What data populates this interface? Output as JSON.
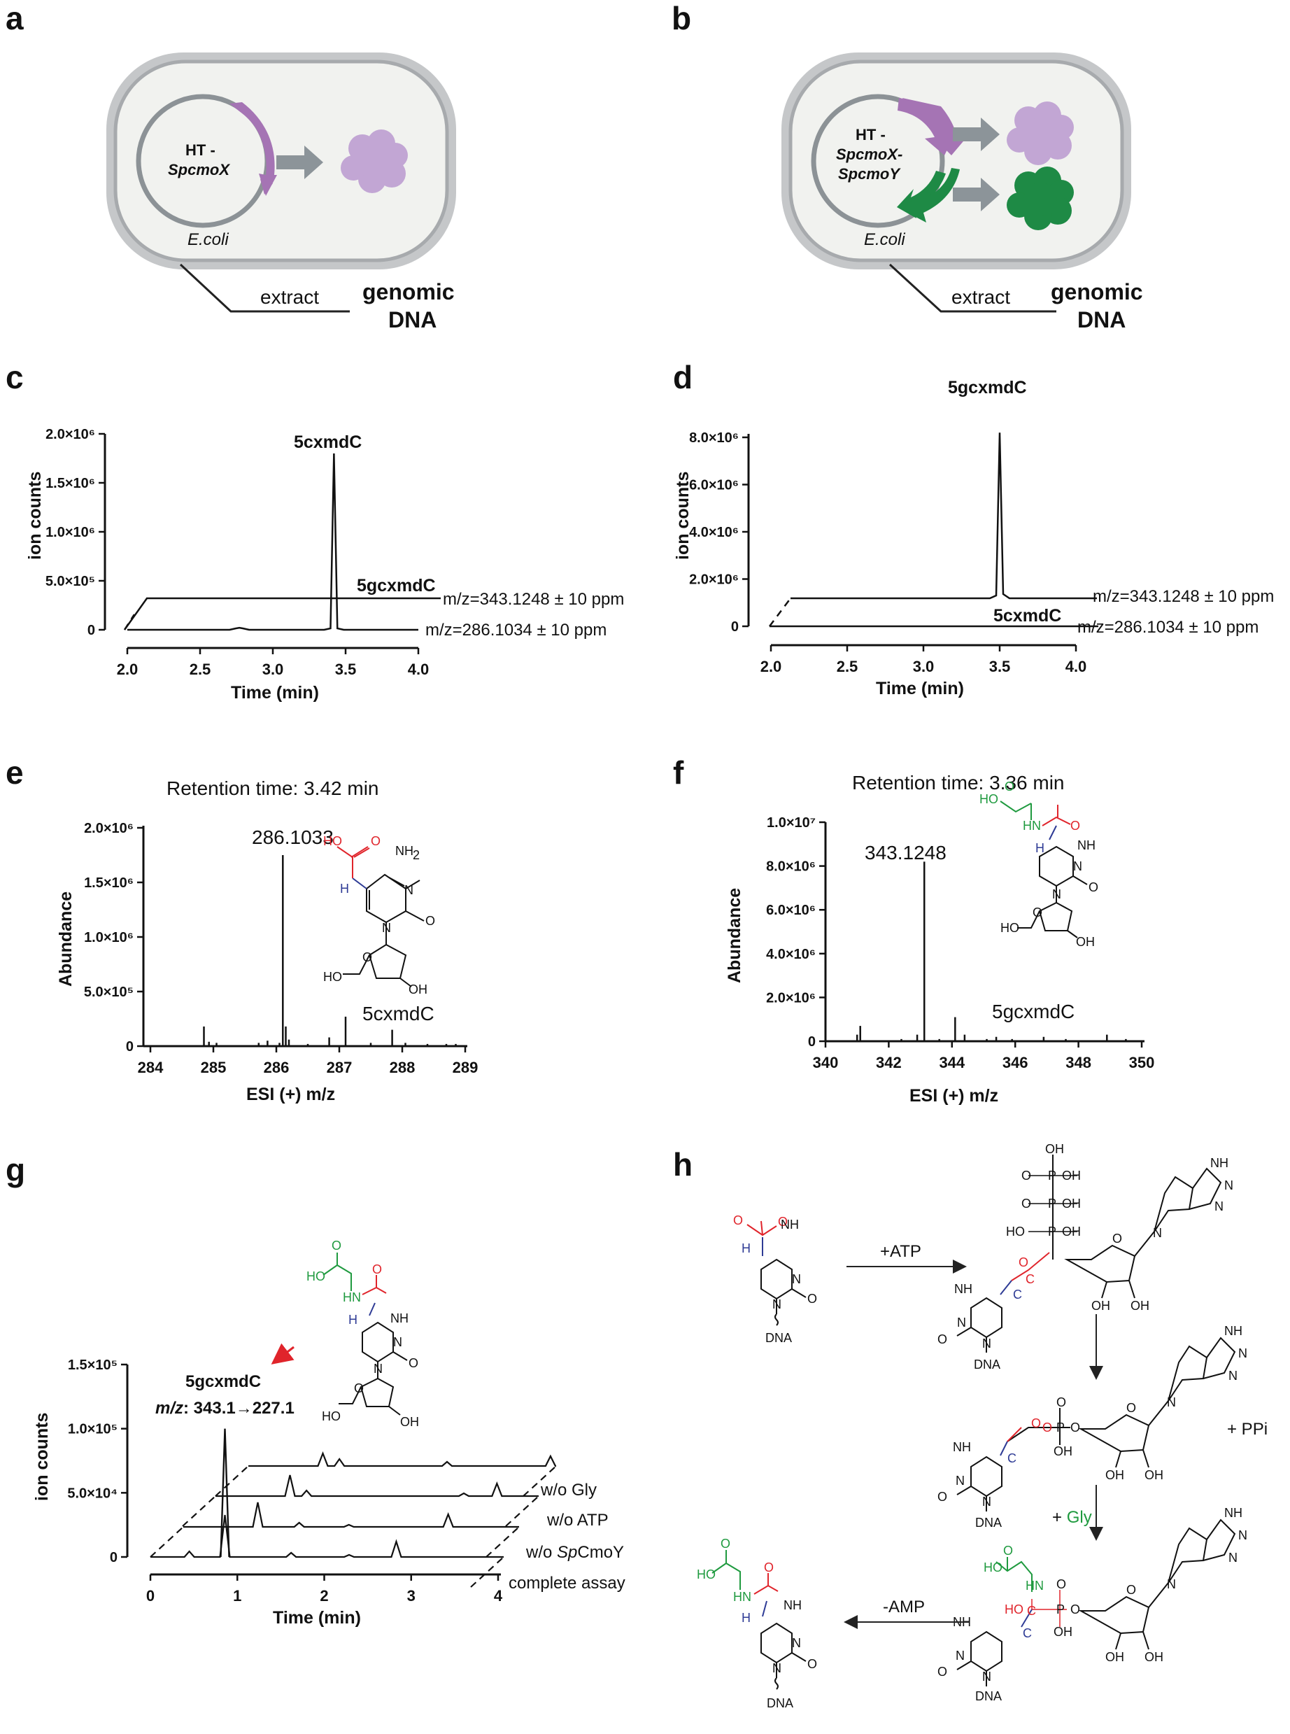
{
  "panel_labels": [
    "a",
    "b",
    "c",
    "d",
    "e",
    "f",
    "g",
    "h"
  ],
  "panel_a": {
    "plasmid_l1": "HT -",
    "plasmid_l2": "SpcmoX",
    "host": "E.coli",
    "extract": "extract",
    "genomic_l1": "genomic",
    "genomic_l2": "DNA"
  },
  "panel_b": {
    "plasmid_l1": "HT -",
    "plasmid_l2": "SpcmoX-",
    "plasmid_l3": "SpcmoY",
    "host": "E.coli",
    "extract": "extract",
    "genomic_l1": "genomic",
    "genomic_l2": "DNA"
  },
  "colors": {
    "purple": "#a574b4",
    "light_purple": "#c2a6d4",
    "green": "#1e8a45",
    "gray_arrow": "#8c9499",
    "cell_fill": "#f1f2ef",
    "cell_border": "#a7aaad",
    "red": "#e0242b",
    "blue": "#2e3b95",
    "chem_green": "#1f9a3f"
  },
  "chart_data": [
    {
      "panel": "c",
      "type": "line",
      "xlabel": "Time (min)",
      "ylabel": "ion counts",
      "x_ticks": [
        "2.0",
        "2.5",
        "3.0",
        "3.5",
        "4.0"
      ],
      "y_ticks": [
        "0",
        "5.0×10⁵",
        "1.0×10⁶",
        "1.5×10⁶",
        "2.0×10⁶"
      ],
      "xlim": [
        2.0,
        4.0
      ],
      "ylim": [
        0,
        2000000
      ],
      "series": [
        {
          "name": "m/z=286.1034 ± 10 ppm",
          "peak_label": "5cxmdC",
          "peaks": [
            {
              "x": 3.42,
              "y": 1800000
            },
            {
              "x": 2.77,
              "y": 20000
            }
          ]
        },
        {
          "name": "m/z=343.1248 ± 10 ppm",
          "peak_label": "5gcxmdC",
          "peaks": []
        }
      ]
    },
    {
      "panel": "d",
      "type": "line",
      "xlabel": "Time (min)",
      "ylabel": "ion counts",
      "x_ticks": [
        "2.0",
        "2.5",
        "3.0",
        "3.5",
        "4.0"
      ],
      "y_ticks": [
        "0",
        "2.0×10⁶",
        "4.0×10⁶",
        "6.0×10⁶",
        "8.0×10⁶"
      ],
      "xlim": [
        2.0,
        4.0
      ],
      "ylim": [
        0,
        8000000
      ],
      "series": [
        {
          "name": "m/z=343.1248 ± 10 ppm",
          "peak_label": "5gcxmdC",
          "peaks": [
            {
              "x": 3.5,
              "y": 8200000
            }
          ]
        },
        {
          "name": "m/z=286.1034 ± 10 ppm",
          "peak_label": "5cxmdC",
          "peaks": []
        }
      ]
    },
    {
      "panel": "e",
      "type": "bar",
      "title": "Retention time: 3.42 min",
      "xlabel": "ESI (+) m/z",
      "ylabel": "Abundance",
      "x_ticks": [
        "284",
        "285",
        "286",
        "287",
        "288",
        "289"
      ],
      "y_ticks": [
        "0",
        "5.0×10⁵",
        "1.0×10⁶",
        "1.5×10⁶",
        "2.0×10⁶"
      ],
      "xlim": [
        284,
        289
      ],
      "ylim": [
        0,
        2000000
      ],
      "peak_label": "286.1033",
      "compound": "5cxmdC",
      "peaks": [
        [
          284.85,
          180000
        ],
        [
          284.93,
          40000
        ],
        [
          285.05,
          30000
        ],
        [
          285.72,
          30000
        ],
        [
          285.86,
          50000
        ],
        [
          286.05,
          30000
        ],
        [
          286.1033,
          1750000
        ],
        [
          286.15,
          180000
        ],
        [
          286.2,
          60000
        ],
        [
          286.5,
          20000
        ],
        [
          286.84,
          80000
        ],
        [
          287.1,
          270000
        ],
        [
          287.5,
          30000
        ],
        [
          287.84,
          150000
        ],
        [
          288.05,
          30000
        ],
        [
          288.4,
          20000
        ],
        [
          288.7,
          20000
        ],
        [
          288.85,
          20000
        ]
      ]
    },
    {
      "panel": "f",
      "type": "bar",
      "title": "Retention time: 3.36 min",
      "xlabel": "ESI (+) m/z",
      "ylabel": "Abundance",
      "x_ticks": [
        "340",
        "342",
        "344",
        "346",
        "348",
        "350"
      ],
      "y_ticks": [
        "0",
        "2.0×10⁶",
        "4.0×10⁶",
        "6.0×10⁶",
        "8.0×10⁶",
        "1.0×10⁷"
      ],
      "xlim": [
        340,
        350
      ],
      "ylim": [
        0,
        10000000
      ],
      "peak_label": "343.1248",
      "compound": "5gcxmdC",
      "peaks": [
        [
          341.0,
          300000
        ],
        [
          341.1,
          700000
        ],
        [
          342.4,
          100000
        ],
        [
          342.9,
          300000
        ],
        [
          343.1248,
          8200000
        ],
        [
          343.6,
          100000
        ],
        [
          344.1,
          1100000
        ],
        [
          344.4,
          300000
        ],
        [
          345.1,
          100000
        ],
        [
          345.4,
          200000
        ],
        [
          345.9,
          100000
        ],
        [
          346.9,
          200000
        ],
        [
          347.6,
          100000
        ],
        [
          348.9,
          300000
        ],
        [
          349.5,
          100000
        ]
      ]
    },
    {
      "panel": "g",
      "type": "line",
      "xlabel": "Time (min)",
      "ylabel": "ion counts",
      "x_ticks": [
        "0",
        "1",
        "2",
        "3",
        "4"
      ],
      "y_ticks": [
        "0",
        "5.0×10⁴",
        "1.0×10⁵",
        "1.5×10⁵"
      ],
      "xlim": [
        0,
        4.2
      ],
      "ylim": [
        0,
        150000
      ],
      "annotation_l1": "5gcxmdC",
      "annotation_l2_a": "m/z",
      "annotation_l2_b": ": 343.1→227.1",
      "series": [
        {
          "name": "complete assay"
        },
        {
          "name_a": "w/o ",
          "name_b": "Sp",
          "name_c": "CmoY"
        },
        {
          "name": "w/o ATP"
        },
        {
          "name": "w/o Gly"
        }
      ]
    }
  ],
  "panel_c_text": {
    "traces_top": "m/z=343.1248 ± 10 ppm",
    "traces_bottom": "m/z=286.1034 ± 10 ppm"
  },
  "panel_d_text": {
    "traces_top": "m/z=343.1248 ± 10 ppm",
    "traces_bottom": "m/z=286.1034 ± 10 ppm"
  },
  "chem": {
    "NH2": "NH",
    "two": "2",
    "N": "N",
    "O": "O",
    "OH": "OH",
    "HO": "HO",
    "H2C": "H",
    "C": "C",
    "DNA": "DNA",
    "P": "P",
    "HN": "HN",
    "Ominus": "O",
    "plusATP": "+ATP",
    "plusPPi": "+ PPi",
    "plusGly_a": "+ ",
    "plusGly_b": "Gly",
    "minusAMP": "-AMP"
  }
}
